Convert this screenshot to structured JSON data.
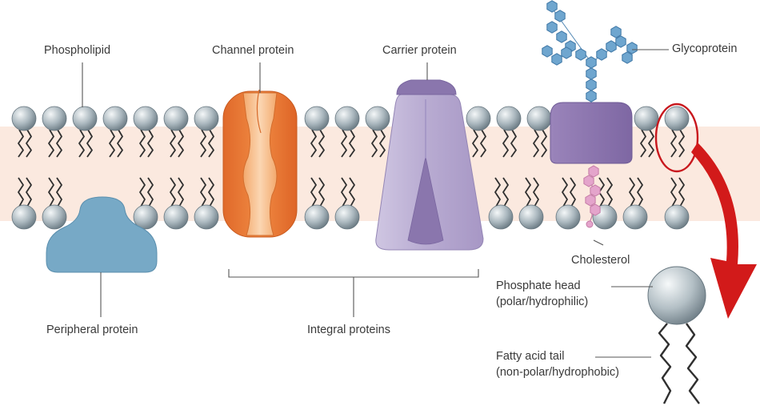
{
  "labels": {
    "phospholipid": "Phospholipid",
    "channel_protein": "Channel protein",
    "carrier_protein": "Carrier protein",
    "glycoprotein": "Glycoprotein",
    "cholesterol": "Cholesterol",
    "peripheral_protein": "Peripheral protein",
    "integral_proteins": "Integral proteins",
    "phosphate_head": "Phosphate head",
    "phosphate_head_note": "(polar/hydrophilic)",
    "fatty_acid_tail": "Fatty acid tail",
    "fatty_acid_tail_note": "(non-polar/hydrophobic)"
  },
  "colors": {
    "membrane_band": "#fbe9df",
    "head_light": "#eef3f5",
    "head_dark": "#71828c",
    "tail": "#2f2f2f",
    "peripheral_protein": "#77a9c6",
    "channel_protein": "#ea7a33",
    "channel_pore": "#f6c497",
    "carrier_protein_light": "#bdb1d3",
    "carrier_protein_dark": "#8a76ad",
    "glycoprotein": "#8d76ae",
    "sugar_chain": "#6fa6cf",
    "cholesterol": "#e4a4cb",
    "highlight_ring": "#c8171d",
    "arrow": "#d21a1a",
    "leader_line": "#555555"
  }
}
